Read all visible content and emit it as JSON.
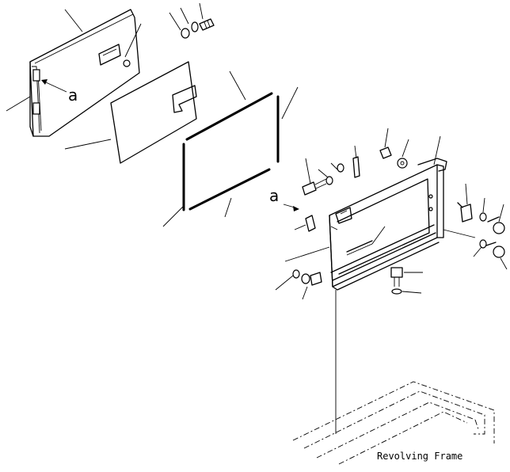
{
  "diagram": {
    "reference_marks": {
      "upper": "a",
      "lower": "a"
    },
    "frame_label": "Revolving Frame"
  }
}
